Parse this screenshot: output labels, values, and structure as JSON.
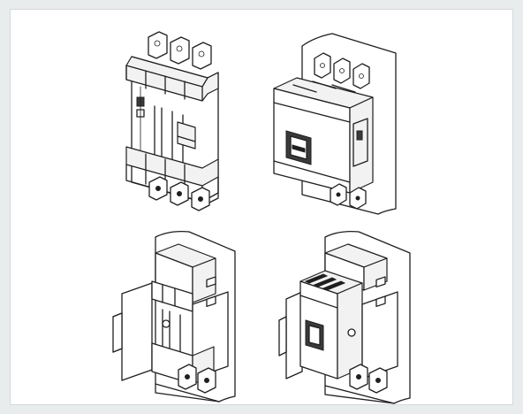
{
  "figure": {
    "background_color": "#e8eced",
    "frame_color": "#ffffff",
    "line_color": "#1f1f1f",
    "illustrations": [
      {
        "id": "chassis-frame",
        "icon": "withdrawable-chassis-icon"
      },
      {
        "id": "breaker-on-mounting-plate",
        "icon": "circuit-breaker-icon"
      },
      {
        "id": "plugin-base-on-plate",
        "icon": "plugin-base-icon"
      },
      {
        "id": "breaker-on-plugin-base",
        "icon": "circuit-breaker-plugin-icon"
      }
    ]
  }
}
